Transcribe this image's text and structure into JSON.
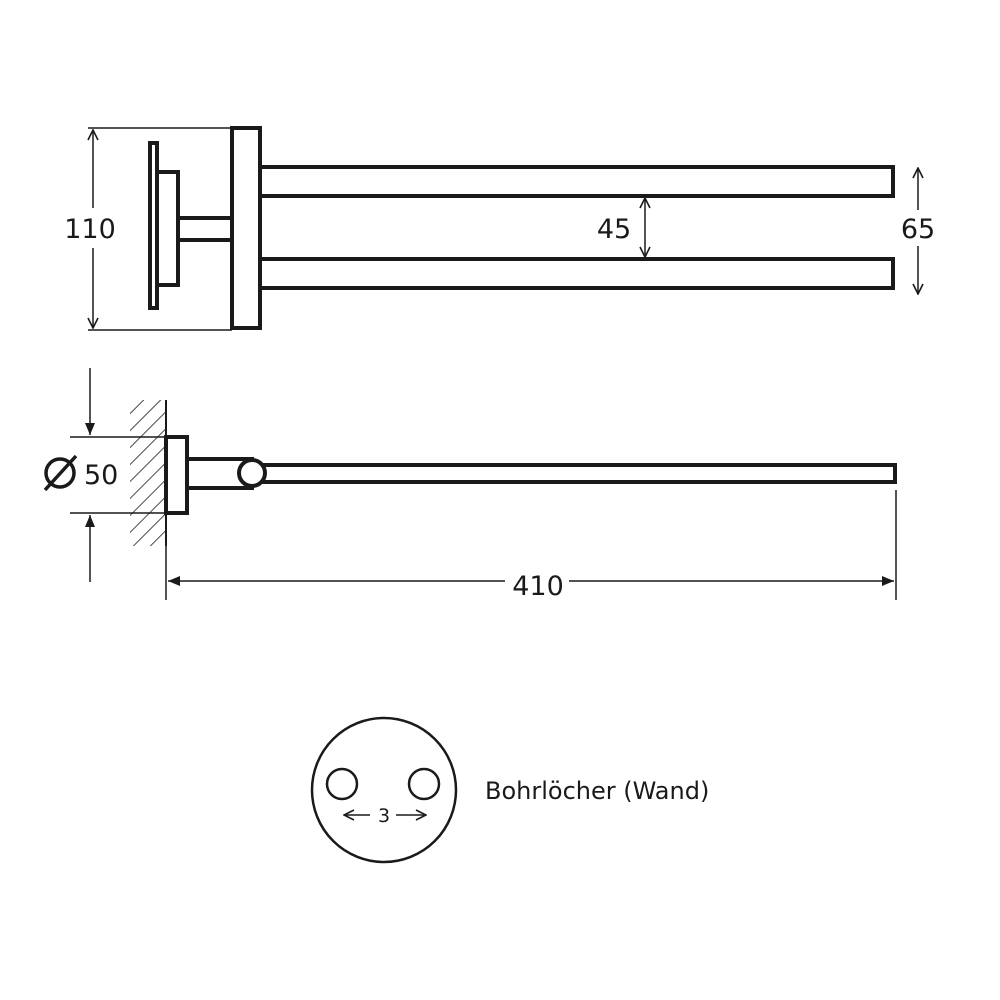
{
  "drawing": {
    "colors": {
      "line": "#1a1a1a",
      "background": "#ffffff"
    },
    "dimensions": {
      "mount_height": "110",
      "arm_spacing": "45",
      "outer_height": "65",
      "diameter_symbol": "Ø",
      "diameter_value": "50",
      "total_length": "410",
      "hole_spacing": "3"
    },
    "hole_detail_caption": "Bohrlöcher (Wand)"
  }
}
